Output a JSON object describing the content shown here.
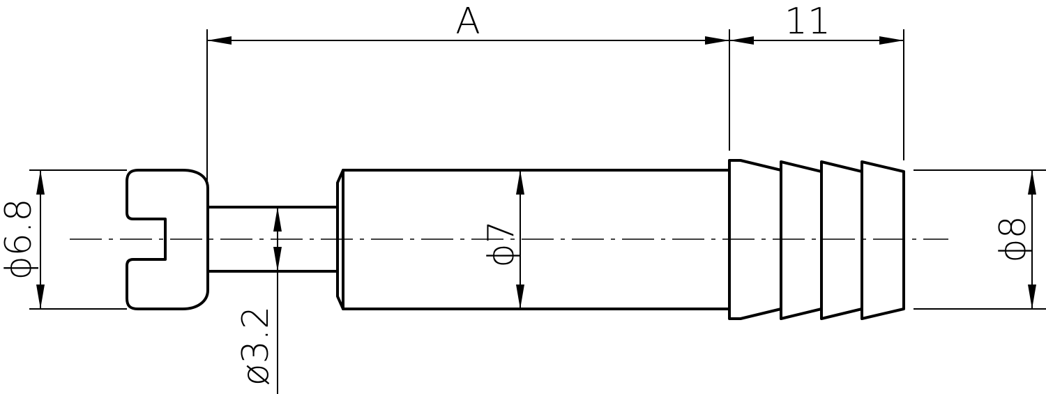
{
  "dimensions": {
    "length_a": "A",
    "length_grip": "11",
    "head_diameter": "ϕ6.8",
    "neck_diameter": "ø3.2",
    "body_diameter": "ϕ7",
    "ribbed_diameter": "ϕ8"
  },
  "colors": {
    "line": "#000000",
    "background": "#ffffff"
  }
}
